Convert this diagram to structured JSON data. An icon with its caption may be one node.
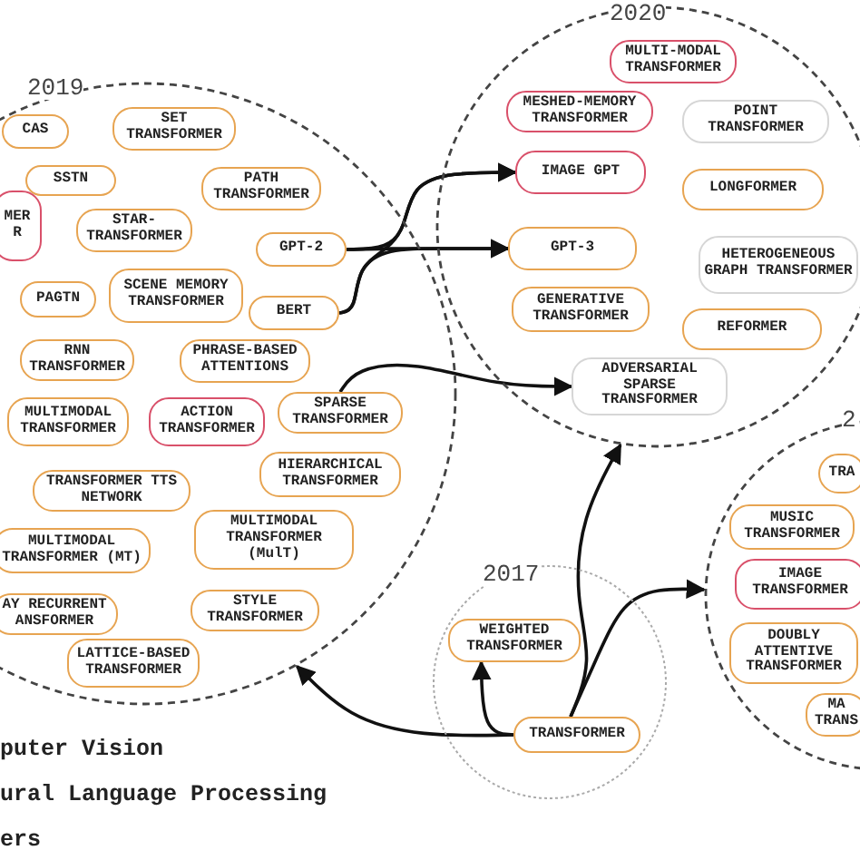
{
  "diagram": {
    "nodes": [
      {
        "text": [
          "2019"
        ]
      },
      {
        "text": [
          "CAS"
        ],
        "in": 0
      },
      {
        "text": [
          "SET TRANSFORMER"
        ],
        "in": 0
      },
      {
        "text": [
          "SSTN"
        ],
        "in": 0
      },
      {
        "text": [
          "PATH TRANSFORMER"
        ],
        "in": 0
      },
      {
        "text": [
          "MER R"
        ],
        "in": 0
      },
      {
        "text": [
          "STAR- TRANSFORMER"
        ],
        "in": 0
      },
      {
        "text": [
          "GPT-2"
        ],
        "in": 0
      },
      {
        "text": [
          "PAGTN"
        ],
        "in": 0
      },
      {
        "text": [
          "SCENE MEMORY TRANSFORMER"
        ],
        "in": 0
      },
      {
        "text": [
          "BERT"
        ],
        "in": 0
      },
      {
        "text": [
          "RNN TRANSFORMER"
        ],
        "in": 0
      },
      {
        "text": [
          "PHRASE-BASED ATTENTIONS"
        ],
        "in": 0
      },
      {
        "text": [
          "MULTIMODAL TRANSFORMER"
        ],
        "in": 0
      },
      {
        "text": [
          "ACTION TRANSFORMER"
        ],
        "in": 0
      },
      {
        "text": [
          "SPARSE TRANSFORMER"
        ],
        "in": 0
      },
      {
        "text": [
          "HIERARCHICAL TRANSFORMER"
        ],
        "in": 0
      },
      {
        "text": [
          "TRANSFORMER TTS NETWORK"
        ],
        "in": 0
      },
      {
        "text": [
          "MULTIMODAL TRANSFORMER (MulT)"
        ],
        "in": 0
      },
      {
        "text": [
          "MULTIMODAL TRANSFORMER (MT)"
        ],
        "in": 0
      },
      {
        "text": [
          "AY RECURRENT ANSFORMER"
        ],
        "in": 0
      },
      {
        "text": [
          "STYLE TRANSFORMER"
        ],
        "in": 0
      },
      {
        "text": [
          "LATTICE-BASED TRANSFORMER"
        ],
        "in": 0
      },
      {
        "text": [
          "2020"
        ]
      },
      {
        "text": [
          "MULTI-MODAL TRANSFORMER"
        ],
        "in": 23
      },
      {
        "text": [
          "MESHED-MEMORY TRANSFORMER"
        ],
        "in": 23
      },
      {
        "text": [
          "POINT TRANSFORMER"
        ],
        "in": 23
      },
      {
        "text": [
          "IMAGE GPT"
        ],
        "in": 23
      },
      {
        "text": [
          "LONGFORMER"
        ],
        "in": 23
      },
      {
        "text": [
          "GPT-3"
        ],
        "in": 23
      },
      {
        "text": [
          "HETEROGENEOUS GRAPH TRANSFORMER"
        ],
        "in": 23
      },
      {
        "text": [
          "GENERATIVE TRANSFORMER"
        ],
        "in": 23
      },
      {
        "text": [
          "REFORMER"
        ],
        "in": 23
      },
      {
        "text": [
          "ADVERSARIAL SPARSE TRANSFORMER"
        ],
        "in": 23
      },
      {
        "text": [
          "2017"
        ]
      },
      {
        "text": [
          "WEIGHTED TRANSFORMER"
        ],
        "in": 34
      },
      {
        "text": [
          "TRANSFORMER"
        ],
        "in": 34
      },
      {
        "text": [
          "2"
        ]
      },
      {
        "text": [
          "TRA"
        ],
        "in": 37
      },
      {
        "text": [
          "MUSIC TRANSFORMER"
        ],
        "in": 37
      },
      {
        "text": [
          "IMAGE TRANSFORMER"
        ],
        "in": 37
      },
      {
        "text": [
          "DOUBLY ATTENTIVE TRANSFORMER"
        ],
        "in": 37
      },
      {
        "text": [
          "MA TRANS"
        ],
        "in": 37
      }
    ],
    "edges": [
      {
        "from": 7,
        "to": 27,
        "arrow": "to"
      },
      {
        "from": 7,
        "to": 29,
        "arrow": "to"
      },
      {
        "from": 10,
        "to": 27,
        "arrow": "to"
      },
      {
        "from": 10,
        "to": 29,
        "arrow": "to"
      },
      {
        "from": 15,
        "to": 33,
        "arrow": "to"
      },
      {
        "from": 36,
        "to": 35,
        "arrow": "to"
      },
      {
        "from": 36,
        "to": 23,
        "arrow": "to"
      },
      {
        "from": 36,
        "to": 37,
        "arrow": "to"
      },
      {
        "from": 36,
        "to": 0,
        "arrow": "to"
      }
    ],
    "labels": [
      "puter Vision",
      "ural Language Processing",
      "ers"
    ]
  }
}
